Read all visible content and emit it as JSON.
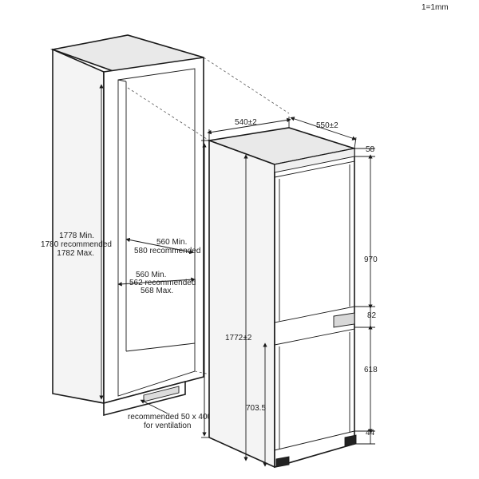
{
  "scale_note": "1=1mm",
  "cabinet": {
    "height_labels": [
      "1778 Min.",
      "1780 recommended",
      "1782 Max."
    ],
    "depth_labels": [
      "560 Min.",
      "580 recommended"
    ],
    "width_labels": [
      "560 Min.",
      "562 recommended",
      "568 Max."
    ],
    "ventilation_labels": [
      "recommended 50 x 400",
      "for ventilation"
    ]
  },
  "appliance": {
    "width": "540±2",
    "depth": "550±2",
    "total_height": "1772±2",
    "top_gap": "58",
    "upper_door": "970",
    "middle_gap": "82",
    "lower_door": "618",
    "bottom_gap": "44",
    "hinge_height": "703.5"
  }
}
